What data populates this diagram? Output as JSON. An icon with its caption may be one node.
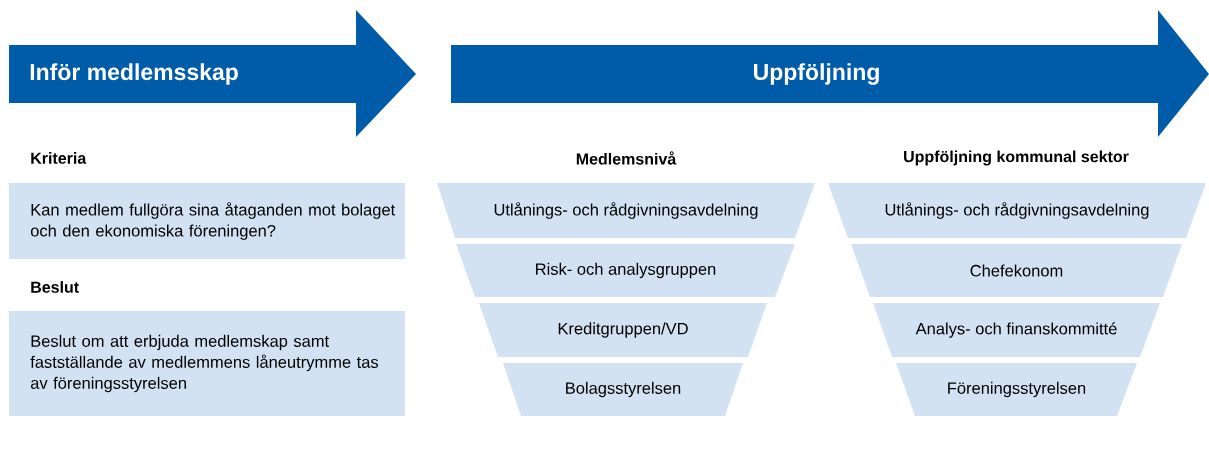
{
  "diagram": {
    "nodes": [
      {
        "text": [
          "Inför medlemsskap"
        ]
      },
      {
        "text": [
          "Uppföljning"
        ]
      },
      {
        "text": [
          "Kriteria",
          "Kan medlem fullgöra sina åtaganden mot bolaget och den ekonomiska föreningen?"
        ]
      },
      {
        "text": [
          "Beslut",
          "Beslut om att erbjuda medlemskap samt fastställande av medlemmens låneutrymme tas av föreningsstyrelsen"
        ]
      },
      {
        "text": [
          "Utlånings- och rådgivningsavdelning"
        ]
      },
      {
        "text": [
          "Risk- och analysgruppen"
        ]
      },
      {
        "text": [
          "Kreditgruppen/VD"
        ]
      },
      {
        "text": [
          "Bolagsstyrelsen"
        ]
      },
      {
        "text": [
          "Utlånings- och rådgivningsavdelning"
        ]
      },
      {
        "text": [
          "Chefekonom"
        ]
      },
      {
        "text": [
          "Analys- och finanskommitté"
        ]
      },
      {
        "text": [
          "Föreningsstyrelsen"
        ]
      }
    ],
    "labels": [
      "Medlemsnivå",
      "Uppföljning kommunal sektor"
    ]
  }
}
